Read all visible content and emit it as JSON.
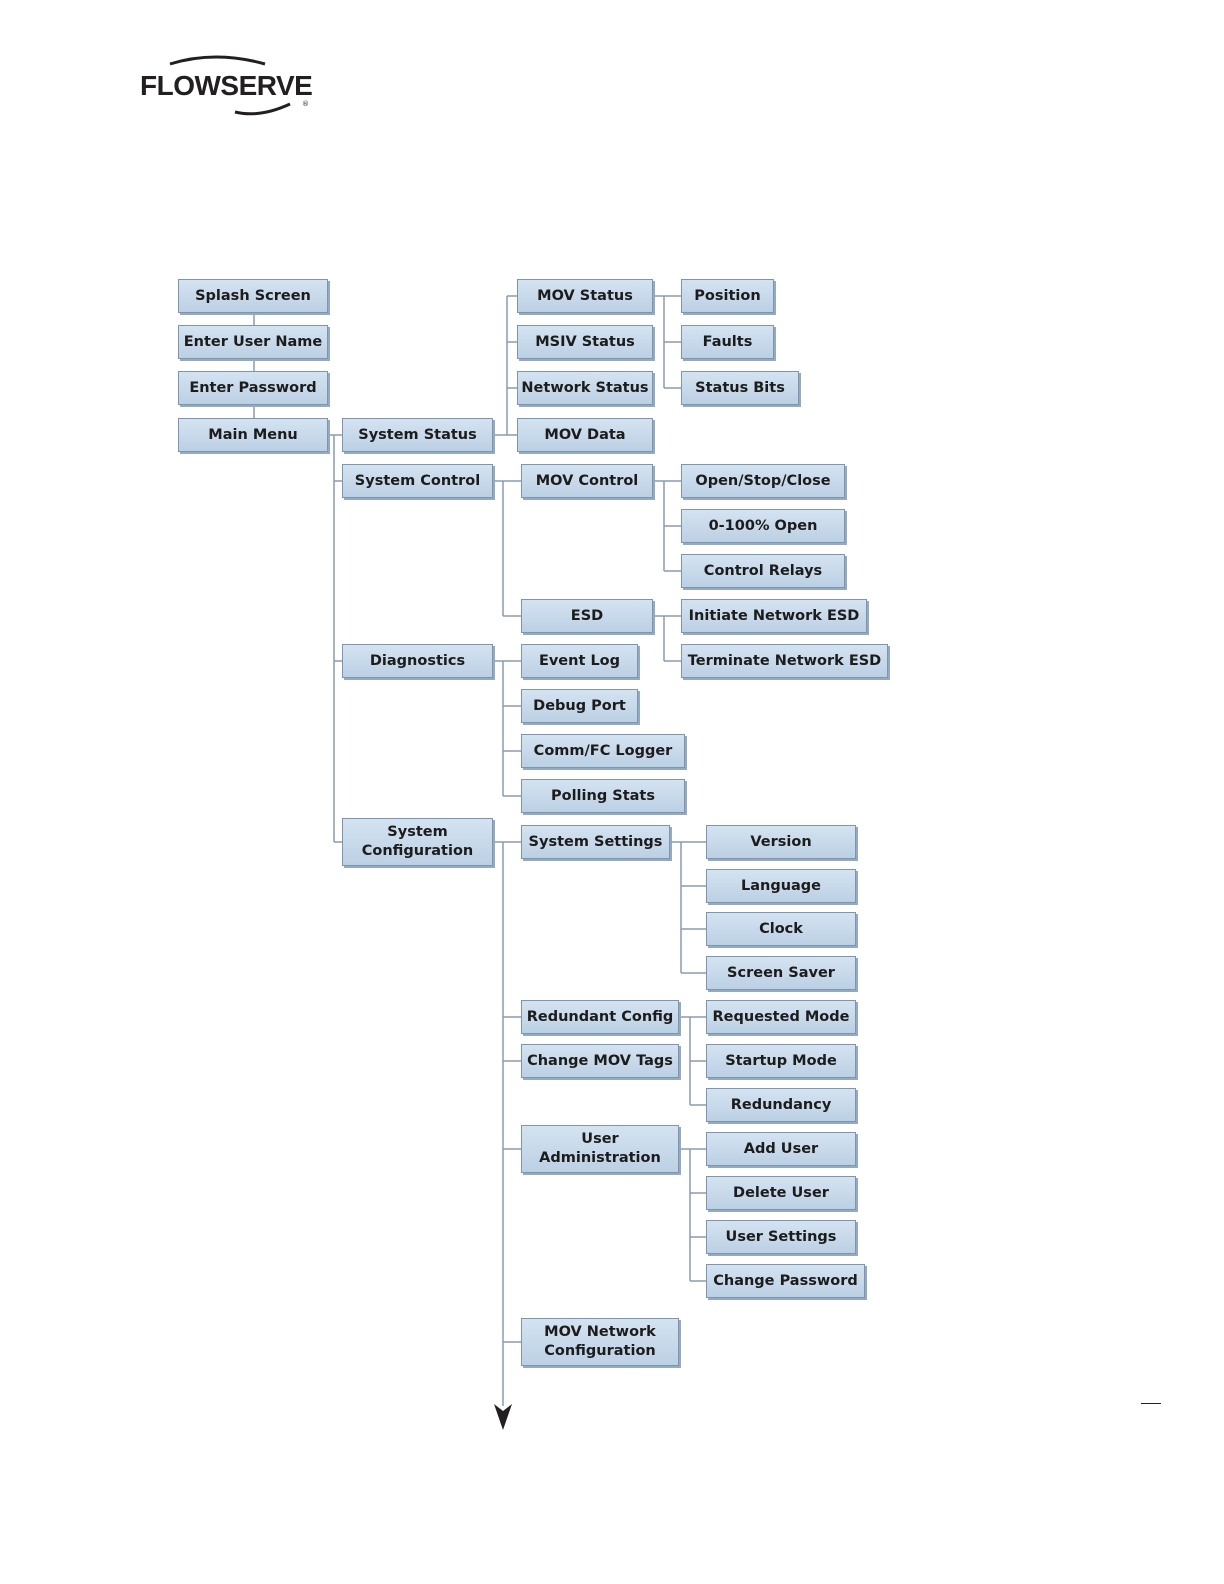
{
  "brand": {
    "name": "FLOWSERVE",
    "trademark": "®"
  },
  "menu": {
    "splash_screen": "Splash Screen",
    "enter_user_name": "Enter User Name",
    "enter_password": "Enter Password",
    "main_menu": "Main Menu",
    "system_status": "System Status",
    "system_control": "System Control",
    "diagnostics": "Diagnostics",
    "system_configuration": "System\nConfiguration",
    "mov_status": "MOV Status",
    "msiv_status": "MSIV Status",
    "network_status": "Network Status",
    "mov_data": "MOV Data",
    "position": "Position",
    "faults": "Faults",
    "status_bits": "Status Bits",
    "mov_control": "MOV Control",
    "esd": "ESD",
    "open_stop_close": "Open/Stop/Close",
    "open_0_100": "0-100% Open",
    "control_relays": "Control Relays",
    "initiate_network_esd": "Initiate Network ESD",
    "terminate_network_esd": "Terminate Network ESD",
    "event_log": "Event Log",
    "debug_port": "Debug Port",
    "comm_fc_logger": "Comm/FC Logger",
    "polling_stats": "Polling Stats",
    "system_settings": "System Settings",
    "version": "Version",
    "language": "Language",
    "clock": "Clock",
    "screen_saver": "Screen Saver",
    "redundant_config": "Redundant Config",
    "change_mov_tags": "Change MOV Tags",
    "requested_mode": "Requested Mode",
    "startup_mode": "Startup Mode",
    "redundancy": "Redundancy",
    "user_administration": "User\nAdministration",
    "add_user": "Add User",
    "delete_user": "Delete User",
    "user_settings": "User Settings",
    "change_password": "Change Password",
    "mov_network_configuration": "MOV Network\nConfiguration"
  },
  "colors": {
    "box_fill": "#c9dbec",
    "box_border": "#7c96b2",
    "connector": "#8a9bb0",
    "text": "#1c1c1c"
  }
}
